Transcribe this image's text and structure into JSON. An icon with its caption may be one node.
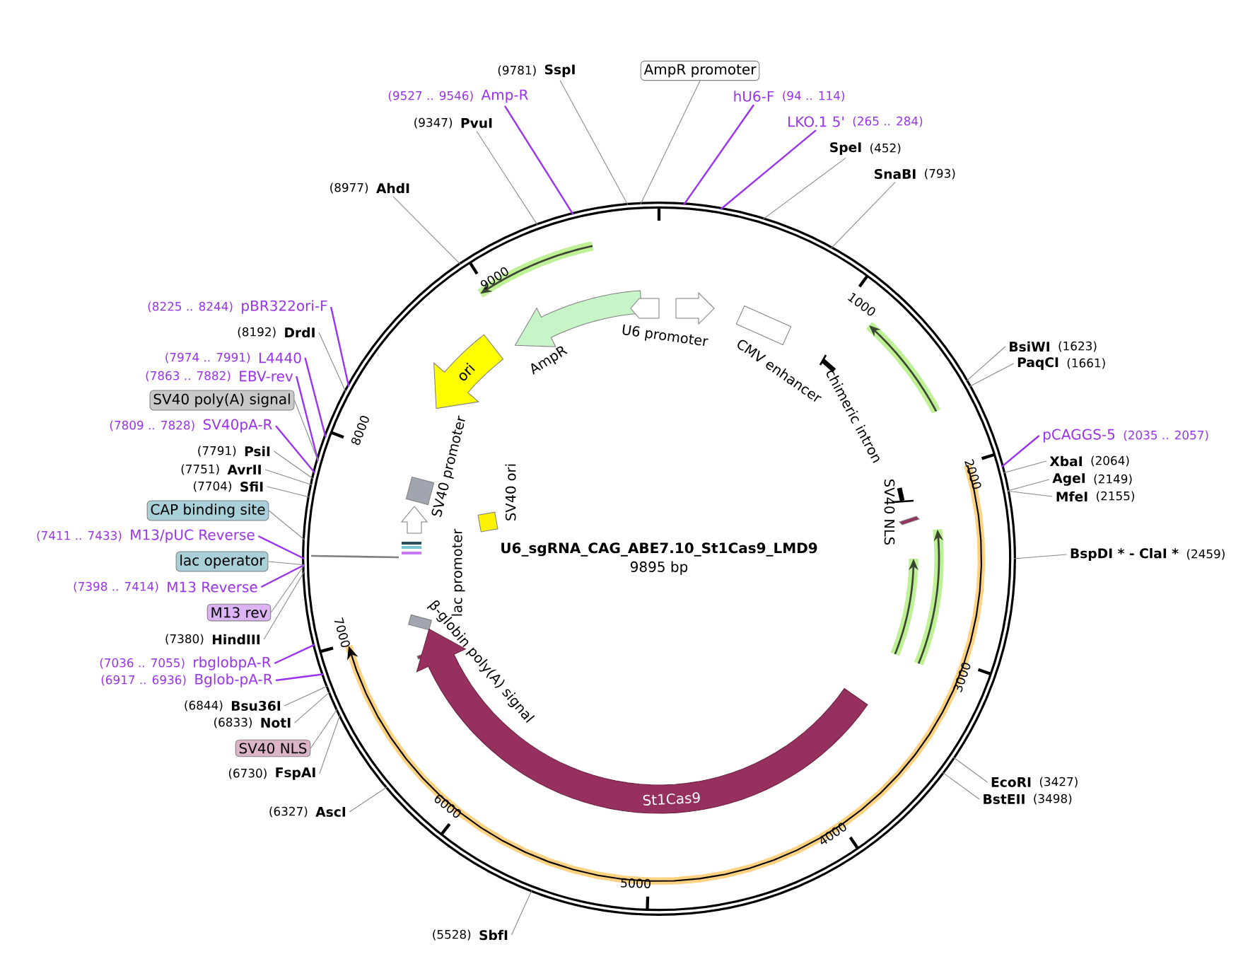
{
  "diagram": {
    "nodes": [
      {
        "text": [
          "U6_sgRNA_CAG_ABE7.10_St1Cas9_LMD9",
          "9895 bp"
        ]
      },
      {
        "text": [
          "ori"
        ],
        "in": 0
      },
      {
        "text": [
          "St1Cas9"
        ],
        "in": 0
      },
      {
        "text": [
          "SspI"
        ],
        "beside": [
          "(9781)"
        ]
      },
      {
        "text": [
          "AmpR promoter"
        ]
      },
      {
        "text": [
          "Amp-R"
        ],
        "beside": [
          "(9527 .. 9546)"
        ]
      },
      {
        "text": [
          "PvuI"
        ],
        "beside": [
          "(9347)"
        ]
      },
      {
        "text": [
          "hU6-F"
        ],
        "beside": [
          "(94 .. 114)"
        ]
      },
      {
        "text": [
          "LKO.1 5'"
        ],
        "beside": [
          "(265 .. 284)"
        ]
      },
      {
        "text": [
          "SpeI"
        ],
        "beside": [
          "(452)"
        ]
      },
      {
        "text": [
          "SnaBI"
        ],
        "beside": [
          "(793)"
        ]
      },
      {
        "text": [
          "AhdI"
        ],
        "beside": [
          "(8977)"
        ]
      },
      {
        "text": [
          "pBR322ori-F"
        ],
        "beside": [
          "(8225 .. 8244)"
        ]
      },
      {
        "text": [
          "DrdI"
        ],
        "beside": [
          "(8192)"
        ]
      },
      {
        "text": [
          "L4440"
        ],
        "beside": [
          "(7974 .. 7991)"
        ]
      },
      {
        "text": [
          "EBV-rev"
        ],
        "beside": [
          "(7863 .. 7882)"
        ]
      },
      {
        "text": [
          "SV40 poly(A) signal"
        ]
      },
      {
        "text": [
          "SV40pA-R"
        ],
        "beside": [
          "(7809 .. 7828)"
        ]
      },
      {
        "text": [
          "PsiI"
        ],
        "beside": [
          "(7791)"
        ]
      },
      {
        "text": [
          "AvrII"
        ],
        "beside": [
          "(7751)"
        ]
      },
      {
        "text": [
          "SfiI"
        ],
        "beside": [
          "(7704)"
        ]
      },
      {
        "text": [
          "CAP binding site"
        ]
      },
      {
        "text": [
          "M13/pUC Reverse"
        ],
        "beside": [
          "(7411 .. 7433)"
        ]
      },
      {
        "text": [
          "lac operator"
        ]
      },
      {
        "text": [
          "M13 Reverse"
        ],
        "beside": [
          "(7398 .. 7414)"
        ]
      },
      {
        "text": [
          "M13 rev"
        ]
      },
      {
        "text": [
          "HindIII"
        ],
        "beside": [
          "(7380)"
        ]
      },
      {
        "text": [
          "rbglobpA-R"
        ],
        "beside": [
          "(7036 .. 7055)"
        ]
      },
      {
        "text": [
          "Bglob-pA-R"
        ],
        "beside": [
          "(6917 .. 6936)"
        ]
      },
      {
        "text": [
          "Bsu36I"
        ],
        "beside": [
          "(6844)"
        ]
      },
      {
        "text": [
          "NotI"
        ],
        "beside": [
          "(6833)"
        ]
      },
      {
        "text": [
          "SV40 NLS"
        ]
      },
      {
        "text": [
          "FspAI"
        ],
        "beside": [
          "(6730)"
        ]
      },
      {
        "text": [
          "AscI"
        ],
        "beside": [
          "(6327)"
        ]
      },
      {
        "text": [
          "SbfI"
        ],
        "beside": [
          "(5528)"
        ]
      },
      {
        "text": [
          "EcoRI"
        ],
        "beside": [
          "(3427)"
        ]
      },
      {
        "text": [
          "BstEII"
        ],
        "beside": [
          "(3498)"
        ]
      },
      {
        "text": [
          "BsiWI"
        ],
        "beside": [
          "(1623)"
        ]
      },
      {
        "text": [
          "PaqCI"
        ],
        "beside": [
          "(1661)"
        ]
      },
      {
        "text": [
          "pCAGGS-5"
        ],
        "beside": [
          "(2035 .. 2057)"
        ]
      },
      {
        "text": [
          "XbaI"
        ],
        "beside": [
          "(2064)"
        ]
      },
      {
        "text": [
          "AgeI"
        ],
        "beside": [
          "(2149)"
        ]
      },
      {
        "text": [
          "MfeI"
        ],
        "beside": [
          "(2155)"
        ]
      },
      {
        "text": [
          "BspDI * - ClaI *"
        ],
        "beside": [
          "(2459)"
        ]
      }
    ],
    "edges": [
      {
        "from": 3,
        "to": 0,
        "arrow": "none"
      },
      {
        "from": 4,
        "to": 0,
        "arrow": "none"
      },
      {
        "from": 5,
        "to": 0,
        "arrow": "none",
        "color": "#9933ee"
      },
      {
        "from": 6,
        "to": 0,
        "arrow": "none"
      },
      {
        "from": 7,
        "to": 0,
        "arrow": "none",
        "color": "#9933ee"
      },
      {
        "from": 8,
        "to": 0,
        "arrow": "none",
        "color": "#9933ee"
      },
      {
        "from": 9,
        "to": 0,
        "arrow": "none"
      },
      {
        "from": 10,
        "to": 0,
        "arrow": "none"
      },
      {
        "from": 11,
        "to": 0,
        "arrow": "none"
      },
      {
        "from": 12,
        "to": 0,
        "arrow": "none",
        "color": "#9933ee"
      },
      {
        "from": 13,
        "to": 0,
        "arrow": "none"
      },
      {
        "from": 14,
        "to": 0,
        "arrow": "none",
        "color": "#9933ee"
      },
      {
        "from": 15,
        "to": 0,
        "arrow": "none",
        "color": "#9933ee"
      },
      {
        "from": 16,
        "to": 0,
        "arrow": "none"
      },
      {
        "from": 17,
        "to": 0,
        "arrow": "none",
        "color": "#9933ee"
      },
      {
        "from": 18,
        "to": 0,
        "arrow": "none"
      },
      {
        "from": 19,
        "to": 0,
        "arrow": "none"
      },
      {
        "from": 20,
        "to": 0,
        "arrow": "none"
      },
      {
        "from": 21,
        "to": 0,
        "arrow": "none"
      },
      {
        "from": 22,
        "to": 0,
        "arrow": "none",
        "color": "#9933ee"
      },
      {
        "from": 23,
        "to": 0,
        "arrow": "none"
      },
      {
        "from": 24,
        "to": 0,
        "arrow": "none",
        "color": "#9933ee"
      },
      {
        "from": 25,
        "to": 0,
        "arrow": "none"
      },
      {
        "from": 26,
        "to": 0,
        "arrow": "none"
      },
      {
        "from": 27,
        "to": 0,
        "arrow": "none",
        "color": "#9933ee"
      },
      {
        "from": 28,
        "to": 0,
        "arrow": "none",
        "color": "#9933ee"
      },
      {
        "from": 29,
        "to": 0,
        "arrow": "none"
      },
      {
        "from": 30,
        "to": 0,
        "arrow": "none"
      },
      {
        "from": 31,
        "to": 0,
        "arrow": "none"
      },
      {
        "from": 32,
        "to": 0,
        "arrow": "none"
      },
      {
        "from": 33,
        "to": 0,
        "arrow": "none"
      },
      {
        "from": 34,
        "to": 0,
        "arrow": "none"
      },
      {
        "from": 35,
        "to": 0,
        "arrow": "none"
      },
      {
        "from": 36,
        "to": 0,
        "arrow": "none"
      },
      {
        "from": 37,
        "to": 0,
        "arrow": "none"
      },
      {
        "from": 38,
        "to": 0,
        "arrow": "none"
      },
      {
        "from": 39,
        "to": 0,
        "arrow": "none",
        "color": "#9933ee"
      },
      {
        "from": 40,
        "to": 0,
        "arrow": "none"
      },
      {
        "from": 41,
        "to": 0,
        "arrow": "none"
      },
      {
        "from": 42,
        "to": 0,
        "arrow": "none"
      },
      {
        "from": 43,
        "to": 0,
        "arrow": "none"
      }
    ],
    "labels": [
      "1000",
      "2000",
      "3000",
      "4000",
      "5000",
      "6000",
      "7000",
      "8000",
      "9000",
      "U6 promoter",
      "AmpR",
      "CMV enhancer",
      "chimeric intron",
      "SV40 promoter",
      "SV40 NLS",
      "SV40 ori",
      "lac promoter",
      "β-globin poly(A) signal"
    ]
  }
}
